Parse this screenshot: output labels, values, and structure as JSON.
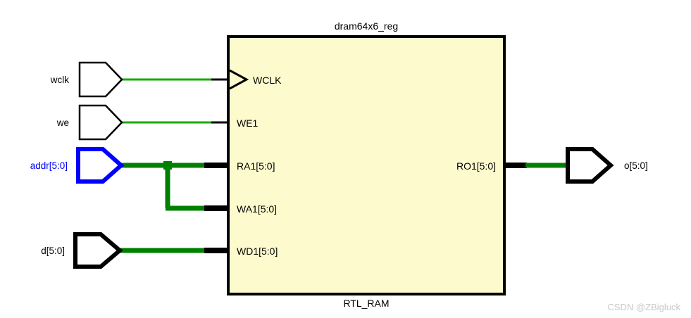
{
  "diagram": {
    "title": "dram64x6_reg",
    "subtitle": "RTL_RAM",
    "colors": {
      "block_fill": "#fdfbcd",
      "block_stroke": "#000000",
      "bus_green": "#008000",
      "wire_green": "#1aa80a",
      "selected_blue": "#0000ff",
      "pin_black": "#000000",
      "watermark_gray": "#c8c8c8"
    }
  },
  "inputs": [
    {
      "label": "wclk",
      "kind": "scalar",
      "selected": false,
      "port": "WCLK"
    },
    {
      "label": "we",
      "kind": "scalar",
      "selected": false,
      "port": "WE1"
    },
    {
      "label": "addr[5:0]",
      "kind": "bus",
      "selected": true,
      "port": "RA1[5:0]"
    },
    {
      "label": "d[5:0]",
      "kind": "bus",
      "selected": false,
      "port": "WD1[5:0]"
    }
  ],
  "outputs": [
    {
      "label": "o[5:0]",
      "kind": "bus",
      "selected": false,
      "port": "RO1[5:0]"
    }
  ],
  "block_ports": {
    "left": [
      {
        "name": "WCLK",
        "clock": true
      },
      {
        "name": "WE1",
        "clock": false
      },
      {
        "name": "RA1[5:0]",
        "clock": false
      },
      {
        "name": "WA1[5:0]",
        "clock": false
      },
      {
        "name": "WD1[5:0]",
        "clock": false
      }
    ],
    "right": [
      {
        "name": "RO1[5:0]"
      }
    ]
  },
  "nets": [
    {
      "from": "wclk",
      "to": "WCLK",
      "type": "wire"
    },
    {
      "from": "we",
      "to": "WE1",
      "type": "wire"
    },
    {
      "from": "addr[5:0]",
      "to": "RA1[5:0]",
      "type": "bus"
    },
    {
      "from": "addr[5:0]",
      "to": "WA1[5:0]",
      "type": "bus"
    },
    {
      "from": "d[5:0]",
      "to": "WD1[5:0]",
      "type": "bus"
    },
    {
      "from": "RO1[5:0]",
      "to": "o[5:0]",
      "type": "bus"
    }
  ],
  "watermark": "CSDN @ZBigluck"
}
